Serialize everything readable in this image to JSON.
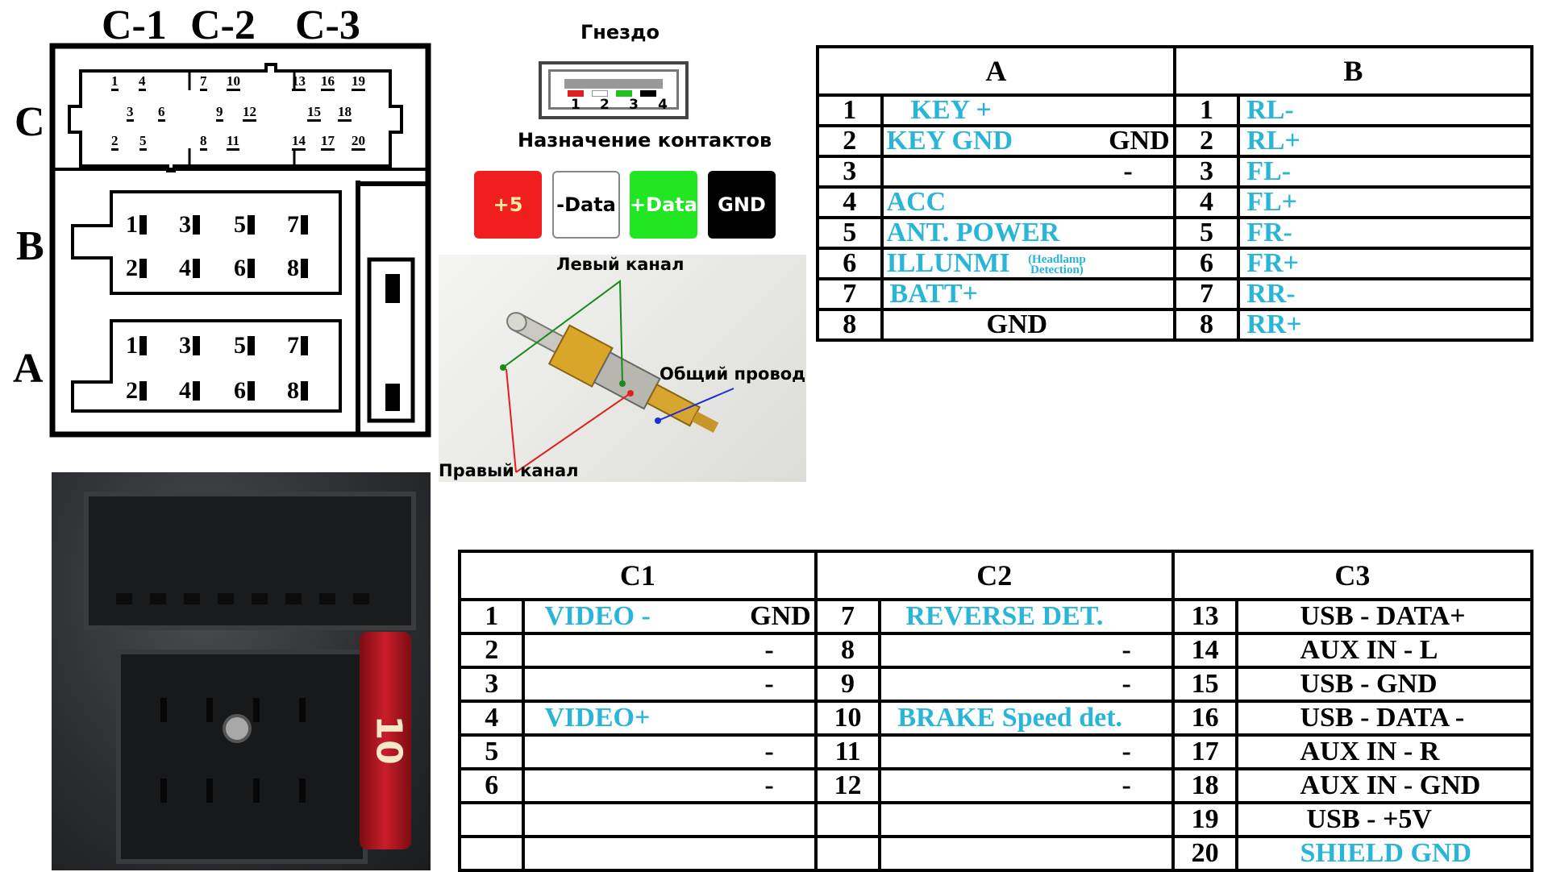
{
  "connector": {
    "top_labels": [
      "C-1",
      "C-2",
      "C-3"
    ],
    "row_labels": {
      "c": "C",
      "b": "B",
      "a": "A"
    },
    "c_pins": {
      "c1_top": [
        "1",
        "4"
      ],
      "c1_mid": [
        "3",
        "6"
      ],
      "c1_bot": [
        "2",
        "5"
      ],
      "c2_top": [
        "7",
        "10"
      ],
      "c2_mid": [
        "9",
        "12"
      ],
      "c2_bot": [
        "8",
        "11"
      ],
      "c3_top": [
        "13",
        "16",
        "19"
      ],
      "c3_mid": [
        "15",
        "18"
      ],
      "c3_bot": [
        "14",
        "17",
        "20"
      ]
    },
    "ab_pins_top": [
      "1",
      "3",
      "5",
      "7"
    ],
    "ab_pins_bot": [
      "2",
      "4",
      "6",
      "8"
    ]
  },
  "usb": {
    "title": "Гнездо",
    "pin_numbers": [
      "1",
      "2",
      "3",
      "4"
    ],
    "subtitle": "Назначение контактов",
    "legend": [
      {
        "label": "+5",
        "bg": "#f01e1e",
        "fg": "#ffe9a8"
      },
      {
        "label": "-Data",
        "bg": "#ffffff",
        "fg": "#000000"
      },
      {
        "label": "+Data",
        "bg": "#22e622",
        "fg": "#ffffff"
      },
      {
        "label": "GND",
        "bg": "#000000",
        "fg": "#ffffff"
      }
    ]
  },
  "jack": {
    "left_channel": "Левый канал",
    "common_wire": "Общий провод",
    "right_channel": "Правый канал"
  },
  "table_ab": {
    "header_a": "A",
    "header_b": "B",
    "rows": [
      {
        "a_num": "1",
        "a_text": "KEY +",
        "a_extra": "",
        "b_num": "1",
        "b_text": "RL-"
      },
      {
        "a_num": "2",
        "a_text": "KEY GND",
        "a_extra": "GND",
        "b_num": "2",
        "b_text": "RL+"
      },
      {
        "a_num": "3",
        "a_text": "",
        "a_extra": "-",
        "b_num": "3",
        "b_text": "FL-"
      },
      {
        "a_num": "4",
        "a_text": "ACC",
        "a_extra": "",
        "b_num": "4",
        "b_text": "FL+"
      },
      {
        "a_num": "5",
        "a_text": "ANT. POWER",
        "a_extra": "",
        "b_num": "5",
        "b_text": "FR-"
      },
      {
        "a_num": "6",
        "a_text": "ILLUNMI",
        "a_extra": "",
        "b_num": "6",
        "b_text": "FR+"
      },
      {
        "a_num": "7",
        "a_text": "BATT+",
        "a_extra": "",
        "b_num": "7",
        "b_text": "RR-"
      },
      {
        "a_num": "8",
        "a_text": "GND",
        "a_extra": "",
        "b_num": "8",
        "b_text": "RR+"
      }
    ],
    "illumi_note_1": "(Headlamp",
    "illumi_note_2": "Detection)"
  },
  "table_c": {
    "header_c1": "C1",
    "header_c2": "C2",
    "header_c3": "C3",
    "rows": [
      {
        "c1_num": "1",
        "c1_text": "VIDEO -",
        "c1_extra": "GND",
        "c2_num": "7",
        "c2_text": "REVERSE DET.",
        "c2_extra": "",
        "c3_num": "13",
        "c3_text": "USB - DATA+"
      },
      {
        "c1_num": "2",
        "c1_text": "",
        "c1_extra": "-",
        "c2_num": "8",
        "c2_text": "",
        "c2_extra": "-",
        "c3_num": "14",
        "c3_text": "AUX IN - L"
      },
      {
        "c1_num": "3",
        "c1_text": "",
        "c1_extra": "-",
        "c2_num": "9",
        "c2_text": "",
        "c2_extra": "-",
        "c3_num": "15",
        "c3_text": "USB - GND"
      },
      {
        "c1_num": "4",
        "c1_text": "VIDEO+",
        "c1_extra": "",
        "c2_num": "10",
        "c2_text": "BRAKE Speed det.",
        "c2_extra": "",
        "c3_num": "16",
        "c3_text": "USB - DATA -"
      },
      {
        "c1_num": "5",
        "c1_text": "",
        "c1_extra": "-",
        "c2_num": "11",
        "c2_text": "",
        "c2_extra": "-",
        "c3_num": "17",
        "c3_text": "AUX IN - R"
      },
      {
        "c1_num": "6",
        "c1_text": "",
        "c1_extra": "-",
        "c2_num": "12",
        "c2_text": "",
        "c2_extra": "-",
        "c3_num": "18",
        "c3_text": "AUX IN - GND"
      },
      {
        "c1_num": "",
        "c1_text": "",
        "c1_extra": "",
        "c2_num": "",
        "c2_text": "",
        "c2_extra": "",
        "c3_num": "19",
        "c3_text": "USB - +5V"
      },
      {
        "c1_num": "",
        "c1_text": "",
        "c1_extra": "",
        "c2_num": "",
        "c2_text": "",
        "c2_extra": "",
        "c3_num": "20",
        "c3_text": "SHIELD GND"
      }
    ]
  },
  "fuse_label": "10",
  "colors": {
    "cyan": "#29b5d8",
    "black": "#000000"
  }
}
